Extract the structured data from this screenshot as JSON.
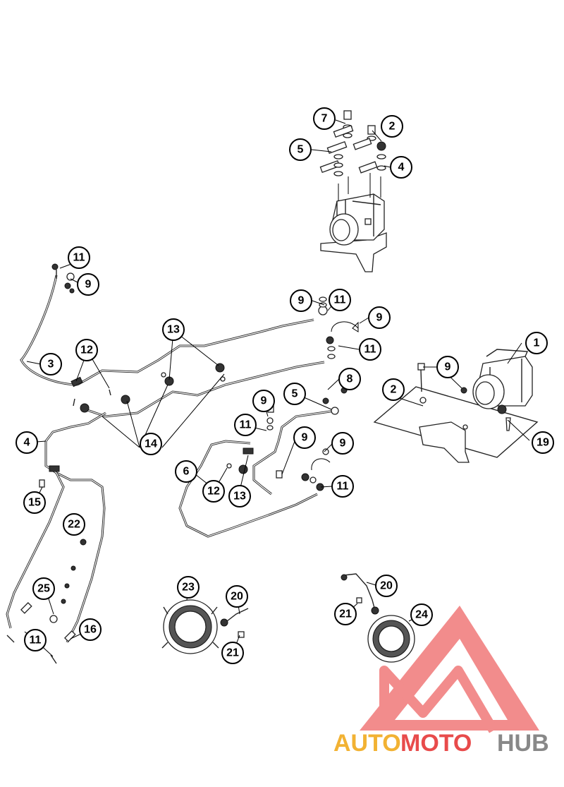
{
  "callouts": [
    "1",
    "2",
    "3",
    "4",
    "5",
    "6",
    "7",
    "8",
    "9",
    "11",
    "12",
    "13",
    "14",
    "15",
    "16",
    "19",
    "20",
    "21",
    "22",
    "23",
    "24",
    "25"
  ],
  "watermark": {
    "part1": "AUTO",
    "part2": "MOTO",
    "part3": "HUB",
    "colors": {
      "auto": "#f2b233",
      "moto": "#e84b4b",
      "hub": "#888888",
      "logo": "#ee6666"
    }
  }
}
